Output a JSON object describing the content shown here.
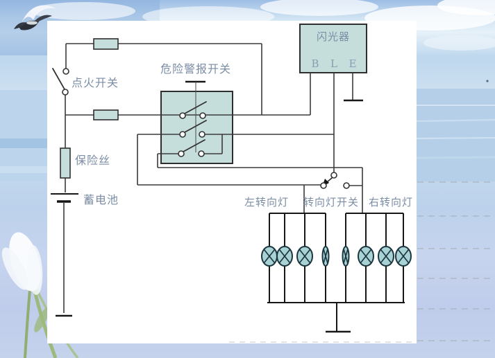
{
  "circuit": {
    "flasher": {
      "label": "闪光器",
      "terminals": [
        "B",
        "L",
        "E"
      ]
    },
    "hazard_switch": {
      "label": "危险警报开关"
    },
    "ignition_switch": {
      "label": "点火开关"
    },
    "fuse": {
      "label": "保险丝"
    },
    "battery": {
      "label": "蓄电池"
    },
    "left_turn_lamps": {
      "label": "左转向灯",
      "lamp_count": 4
    },
    "turn_signal_switch": {
      "label": "转向灯开关"
    },
    "right_turn_lamps": {
      "label": "右转向灯",
      "lamp_count": 4
    },
    "colors": {
      "component_fill": "#c6dedb",
      "lamp_fill": "#a9d2d4",
      "wire": "#3a3a3a",
      "label_text": "#7a8da5",
      "panel": "#ffffff"
    }
  }
}
